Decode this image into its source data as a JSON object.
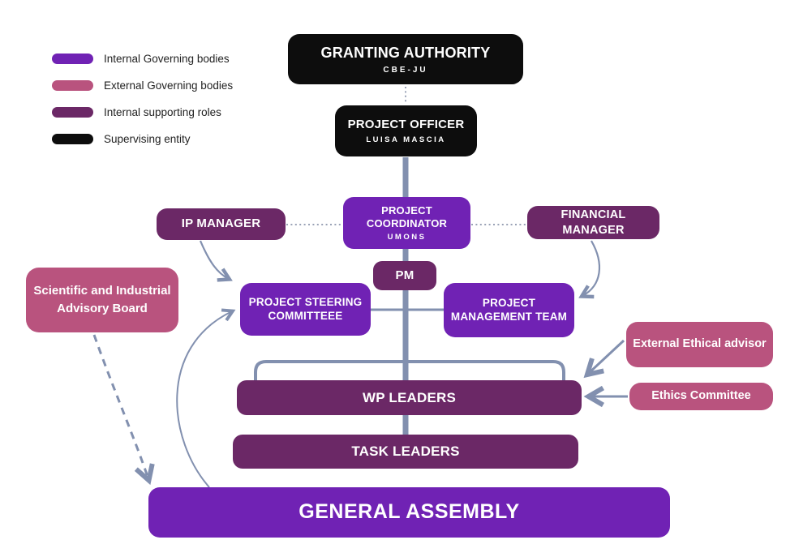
{
  "colors": {
    "internal_governing": "#7022b4",
    "external_governing": "#b9537e",
    "internal_supporting": "#6b2866",
    "supervising": "#0d0d0d",
    "connector": "#8290af",
    "connector_dotted": "#9aa2b6"
  },
  "legend": {
    "items": [
      {
        "label": "Internal Governing bodies"
      },
      {
        "label": "External Governing bodies"
      },
      {
        "label": "Internal supporting roles"
      },
      {
        "label": "Supervising entity"
      }
    ]
  },
  "nodes": {
    "granting_authority": {
      "title": "GRANTING AUTHORITY",
      "subtitle": "CBE-JU"
    },
    "project_officer": {
      "title": "PROJECT OFFICER",
      "subtitle": "LUISA MASCIA"
    },
    "project_coordinator": {
      "title": "PROJECT COORDINATOR",
      "subtitle": "UMONS"
    },
    "ip_manager": {
      "title": "IP MANAGER"
    },
    "financial_manager": {
      "title": "FINANCIAL MANAGER"
    },
    "pm": {
      "title": "PM"
    },
    "steering_committee": {
      "title": "PROJECT STEERING COMMITTEEE"
    },
    "management_team": {
      "title": "PROJECT MANAGEMENT TEAM"
    },
    "advisory_board": {
      "title": "Scientific and Industrial Advisory Board"
    },
    "external_ethical_advisor": {
      "title": "External Ethical advisor"
    },
    "ethics_committee": {
      "title": "Ethics Committee"
    },
    "wp_leaders": {
      "title": "WP LEADERS"
    },
    "task_leaders": {
      "title": "TASK LEADERS"
    },
    "general_assembly": {
      "title": "GENERAL ASSEMBLY"
    }
  }
}
